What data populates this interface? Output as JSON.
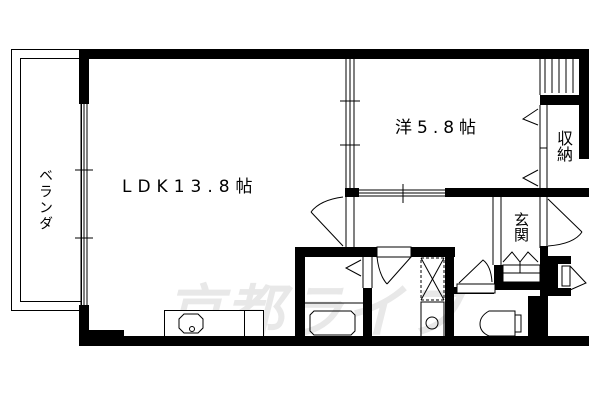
{
  "floor_plan": {
    "rooms": [
      {
        "id": "ldk",
        "label": "LDK13.8帖",
        "type": "living-dining-kitchen",
        "size_jo": 13.8
      },
      {
        "id": "western",
        "label": "洋5.8帖",
        "type": "western-room",
        "size_jo": 5.8
      },
      {
        "id": "veranda",
        "label": "ベランダ",
        "type": "balcony"
      },
      {
        "id": "storage",
        "label": "収納",
        "type": "closet"
      },
      {
        "id": "entrance",
        "label": "玄関",
        "type": "entrance"
      }
    ],
    "fixtures": [
      "kitchen-sink",
      "bathtub",
      "washbasin",
      "washing-machine-space",
      "toilet",
      "shoe-cabinet"
    ],
    "watermark": "京都ライフ",
    "colors": {
      "wall": "#000000",
      "background": "#ffffff",
      "watermark": "#e8e8e8"
    }
  }
}
